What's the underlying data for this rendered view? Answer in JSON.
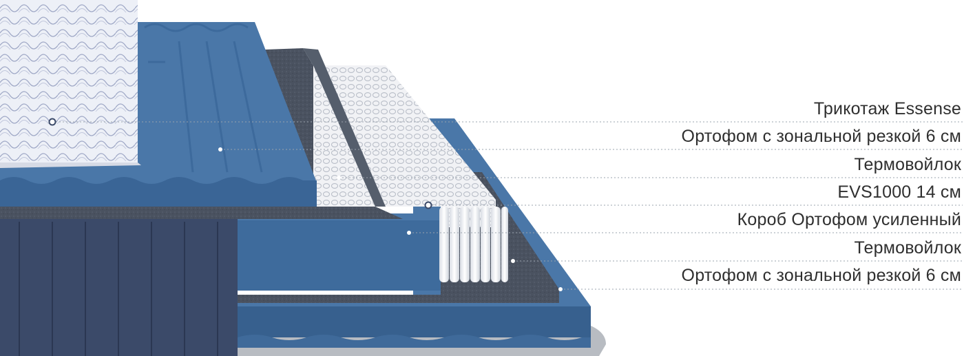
{
  "layers": [
    {
      "label": "Трикотаж Essense"
    },
    {
      "label": "Ортофом с зональной резкой 6 см"
    },
    {
      "label": "Термовойлок"
    },
    {
      "label": "EVS1000 14 см"
    },
    {
      "label": "Короб Ортофом усиленный"
    },
    {
      "label": "Термовойлок"
    },
    {
      "label": "Ортофом с зональной резкой 6 см"
    }
  ],
  "colors": {
    "foam_blue": "#4a77a8",
    "foam_blue_dark": "#37608e",
    "felt_gray": "#4c5563",
    "spring_white": "#eef0f4",
    "knit_white": "#e9ecf5",
    "side_navy": "#3b4a69",
    "leader_line": "#9aa3ad",
    "label_text": "#2f2f2f"
  }
}
